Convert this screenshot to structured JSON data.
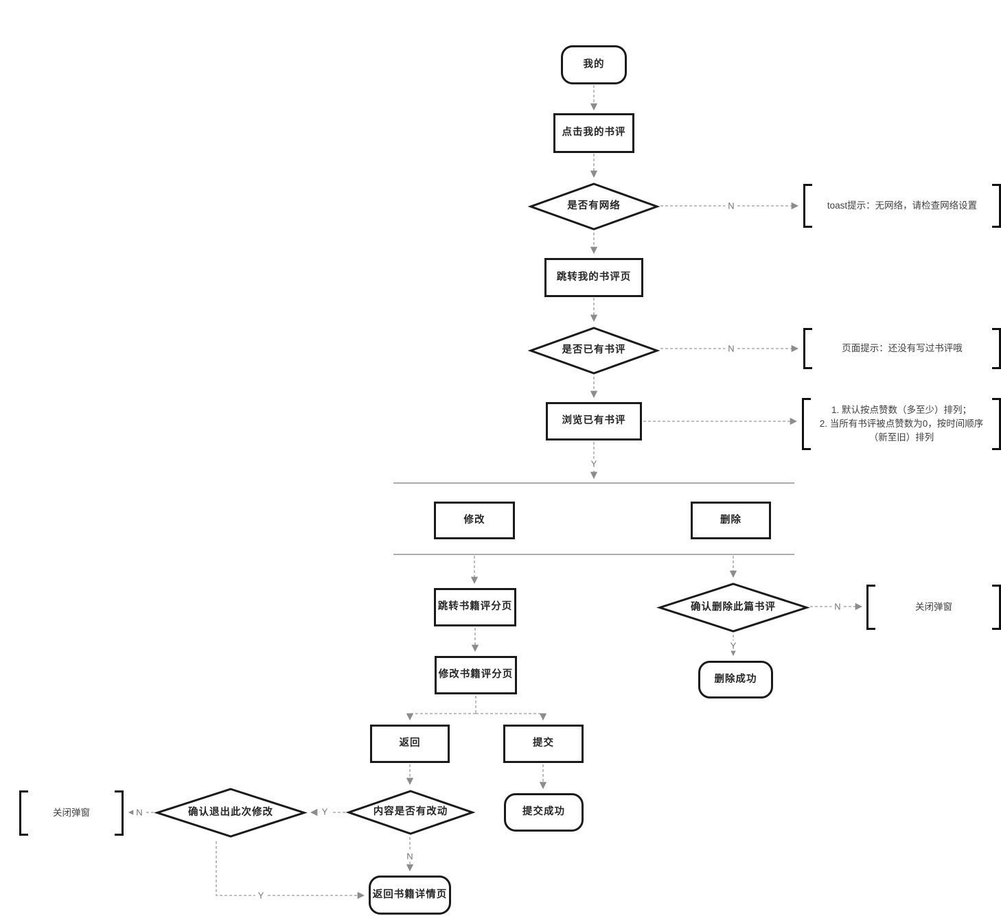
{
  "flowchart": {
    "nodes": {
      "start": "我的",
      "click_my_reviews": "点击我的书评",
      "has_network": "是否有网络",
      "goto_my_review_page": "跳转我的书评页",
      "has_reviews": "是否已有书评",
      "browse_reviews": "浏览已有书评",
      "modify": "修改",
      "delete": "删除",
      "goto_book_rating_page": "跳转书籍评分页",
      "modify_book_rating_page": "修改书籍评分页",
      "back": "返回",
      "submit": "提交",
      "submit_success": "提交成功",
      "content_changed": "内容是否有改动",
      "confirm_exit_modify": "确认退出此次修改",
      "back_to_book_detail": "返回书籍详情页",
      "confirm_delete_review": "确认删除此篇书评",
      "delete_success": "删除成功"
    },
    "annotations": {
      "no_network_toast": "toast提示：无网络，请检查网络设置",
      "no_reviews_hint": "页面提示：还没有写过书评哦",
      "sort_rule_line1": "1. 默认按点赞数（多至少）排列；",
      "sort_rule_line2": "2. 当所有书评被点赞数为0，按时间顺序",
      "sort_rule_line3": "（新至旧）排列",
      "close_popup_exit": "关闭弹窗",
      "close_popup_delete": "关闭弹窗"
    },
    "edge_labels": {
      "has_network_no": "N",
      "has_reviews_no": "N",
      "browse_reviews_yes": "Y",
      "confirm_delete_no": "N",
      "confirm_delete_yes": "Y",
      "content_changed_yes": "Y",
      "content_changed_no": "N",
      "confirm_exit_no": "N",
      "confirm_exit_yes": "Y"
    },
    "colors": {
      "node_border": "#1a1a1a",
      "node_text": "#262626",
      "wire": "#999999",
      "arrowhead": "#8c8c8c",
      "annotation_text": "#404040",
      "edge_label_text": "#737373",
      "divider": "#ababab",
      "background": "#ffffff"
    }
  }
}
